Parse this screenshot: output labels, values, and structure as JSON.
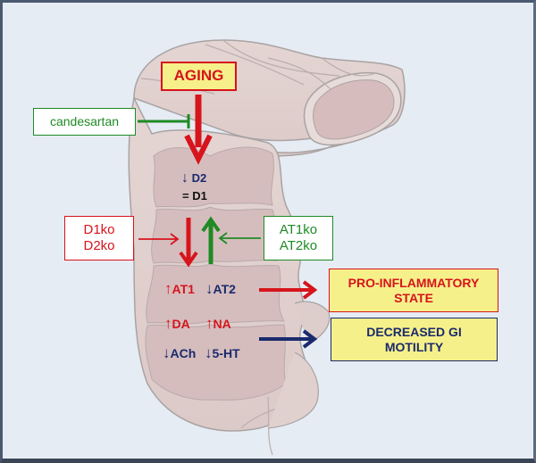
{
  "diagram": {
    "title_box": {
      "label": "AGING"
    },
    "inhibitor": {
      "label": "candesartan"
    },
    "knockouts_dopamine": {
      "lines": [
        "D1ko",
        "D2ko"
      ]
    },
    "knockouts_angiotensin": {
      "lines": [
        "AT1ko",
        "AT2ko"
      ]
    },
    "receptor_changes": [
      {
        "direction": "down",
        "label": "D2",
        "arrow": "↓"
      },
      {
        "direction": "equal",
        "label": "= D1"
      }
    ],
    "markers": [
      {
        "direction": "up",
        "arrow": "↑",
        "label": "AT1"
      },
      {
        "direction": "down",
        "arrow": "↓",
        "label": "AT2"
      },
      {
        "direction": "up",
        "arrow": "↑",
        "label": "DA"
      },
      {
        "direction": "up",
        "arrow": "↑",
        "label": "NA"
      },
      {
        "direction": "down",
        "arrow": "↓",
        "label": "ACh"
      },
      {
        "direction": "down",
        "arrow": "↓",
        "label": "5-HT"
      }
    ],
    "outcomes": [
      {
        "lines": [
          "PRO-INFLAMMATORY",
          "STATE"
        ]
      },
      {
        "lines": [
          "DECREASED GI",
          "MOTILITY"
        ]
      }
    ],
    "colors": {
      "increase": "#d7141c",
      "decrease": "#1a2a6c",
      "inhibit": "#1f8a24",
      "box_fill": "#f6f08a",
      "background": "#e6ecf4",
      "tissue": "#d9c7c7"
    }
  }
}
